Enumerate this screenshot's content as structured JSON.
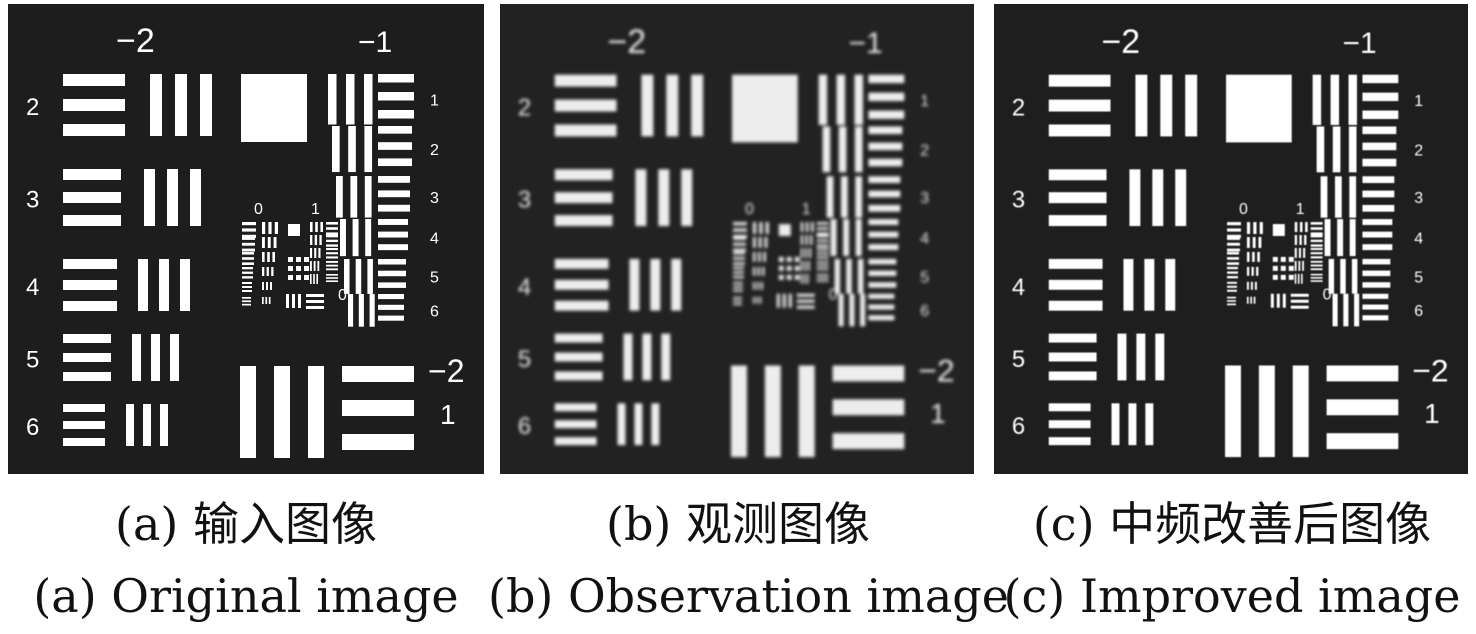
{
  "panels": [
    {
      "id": "a",
      "caption_cn": "(a) 输入图像",
      "caption_en": "(a) Original image"
    },
    {
      "id": "b",
      "caption_cn": "(b) 观测图像",
      "caption_en": "(b) Observation image"
    },
    {
      "id": "c",
      "caption_cn": "(c) 中频改善后图像",
      "caption_en": "(c) Improved image"
    }
  ],
  "target_labels": {
    "group_top_left": "−2",
    "group_top_right": "−1",
    "group_bottom_right": "−2",
    "element_bottom_right": "1",
    "left_elements": [
      "2",
      "3",
      "4",
      "5",
      "6"
    ],
    "right_elements": [
      "1",
      "2",
      "3",
      "4",
      "5",
      "6"
    ],
    "center_top_left": "0",
    "center_top_right": "1",
    "center_right": "0"
  },
  "colors": {
    "bars": "#ffffff",
    "background": "#1f1f1f"
  }
}
